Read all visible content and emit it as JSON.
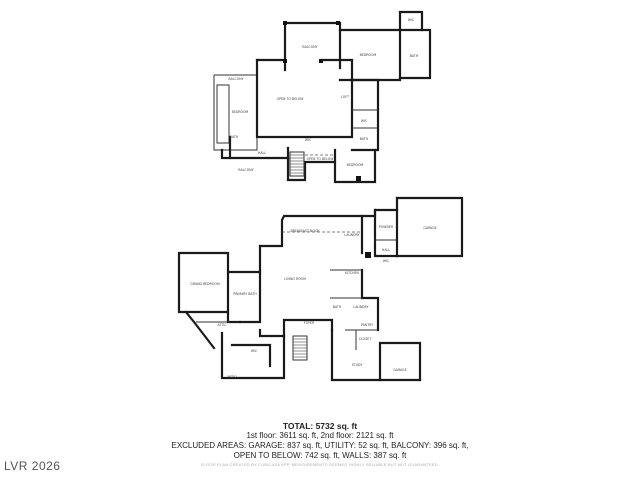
{
  "summary": {
    "total": "TOTAL: 5732 sq. ft",
    "floors": "1st floor: 3611 sq. ft, 2nd floor: 2121 sq. ft",
    "excluded": "EXCLUDED AREAS: GARAGE: 837 sq. ft, UTILITY: 52 sq. ft, BALCONY: 396 sq. ft,",
    "open_walls": "OPEN TO BELOW: 742 sq. ft, WALLS: 387 sq. ft",
    "disclaimer": "FLOOR PLAN CREATED BY CUBICASA APP. MEASUREMENTS DEEMED HIGHLY RELIABLE BUT NOT GUARANTEED."
  },
  "watermark": "LVR 2026",
  "upper_floor": {
    "rooms": [
      {
        "label": "BALCONY",
        "dim": ""
      },
      {
        "label": "BEDROOM",
        "dim": ""
      },
      {
        "label": "BATH",
        "dim": ""
      },
      {
        "label": "WIC",
        "dim": ""
      },
      {
        "label": "BALCONY",
        "dim": ""
      },
      {
        "label": "BEDROOM",
        "dim": ""
      },
      {
        "label": "OPEN TO BELOW",
        "dim": ""
      },
      {
        "label": "LOFT",
        "dim": ""
      },
      {
        "label": "WIC",
        "dim": ""
      },
      {
        "label": "BATH",
        "dim": ""
      },
      {
        "label": "BATH",
        "dim": ""
      },
      {
        "label": "WIC",
        "dim": ""
      },
      {
        "label": "HALL",
        "dim": ""
      },
      {
        "label": "OPEN TO BELOW",
        "dim": ""
      },
      {
        "label": "BEDROOM",
        "dim": ""
      },
      {
        "label": "BALCONY",
        "dim": ""
      }
    ]
  },
  "lower_floor": {
    "rooms": [
      {
        "label": "BREAKFAST NOOK",
        "dim": ""
      },
      {
        "label": "LAUNDRY",
        "dim": ""
      },
      {
        "label": "POWDER",
        "dim": ""
      },
      {
        "label": "GARAGE",
        "dim": ""
      },
      {
        "label": "HALL",
        "dim": ""
      },
      {
        "label": "WIC",
        "dim": ""
      },
      {
        "label": "GRAND BEDROOM",
        "dim": ""
      },
      {
        "label": "PRIMARY BATH",
        "dim": ""
      },
      {
        "label": "LIVING ROOM",
        "dim": ""
      },
      {
        "label": "KITCHEN",
        "dim": ""
      },
      {
        "label": "BATH",
        "dim": ""
      },
      {
        "label": "LAUNDRY",
        "dim": ""
      },
      {
        "label": "ATTIC",
        "dim": ""
      },
      {
        "label": "FOYER",
        "dim": ""
      },
      {
        "label": "PANTRY",
        "dim": ""
      },
      {
        "label": "CLOSET",
        "dim": ""
      },
      {
        "label": "WIC",
        "dim": ""
      },
      {
        "label": "STUDY",
        "dim": ""
      },
      {
        "label": "GARAGE",
        "dim": ""
      },
      {
        "label": "PATIO",
        "dim": ""
      }
    ]
  }
}
